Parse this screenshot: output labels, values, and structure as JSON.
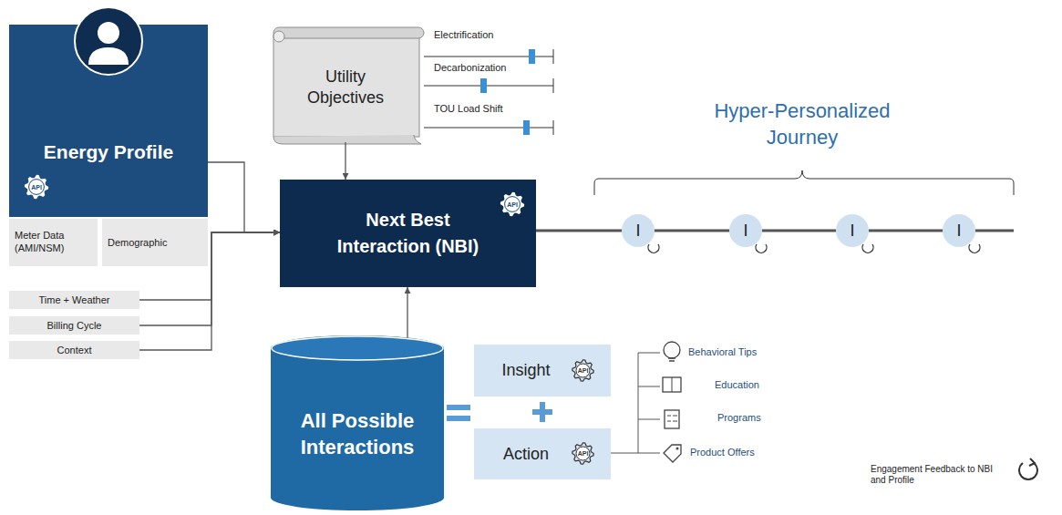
{
  "diagram": {
    "nodes": [
      {
        "text": [
          "Energy Profile",
          "API"
        ]
      },
      {
        "text": [
          "Meter Data (AMI/NSM)"
        ],
        "in": 0
      },
      {
        "text": [
          "Demographic"
        ],
        "in": 0
      },
      {
        "text": [
          "Time + Weather"
        ]
      },
      {
        "text": [
          "Billing Cycle"
        ]
      },
      {
        "text": [
          "Context"
        ]
      },
      {
        "text": [
          "Utility Objectives"
        ]
      },
      {
        "text": [
          "Next Best Interaction (NBI)",
          "API"
        ]
      },
      {
        "text": [
          "I"
        ]
      },
      {
        "text": [
          "I"
        ]
      },
      {
        "text": [
          "I"
        ]
      },
      {
        "text": [
          "I"
        ]
      },
      {
        "text": [
          "All Possible Interactions"
        ]
      },
      {
        "text": [
          "Insight",
          "API"
        ]
      },
      {
        "text": [
          "Action",
          "API"
        ]
      }
    ],
    "edges": [
      {
        "from": 0,
        "to": 7,
        "arrow": "to"
      },
      {
        "from": 3,
        "to": 7,
        "arrow": "to"
      },
      {
        "from": 4,
        "to": 7,
        "arrow": "to"
      },
      {
        "from": 5,
        "to": 7,
        "arrow": "to"
      },
      {
        "from": 6,
        "to": 7,
        "arrow": "to"
      },
      {
        "from": 12,
        "to": 7,
        "arrow": "to"
      },
      {
        "from": 7,
        "to": 8,
        "arrow": "none"
      },
      {
        "from": 8,
        "to": 9,
        "arrow": "none"
      },
      {
        "from": 9,
        "to": 10,
        "arrow": "none"
      },
      {
        "from": 10,
        "to": 11,
        "arrow": "none"
      }
    ],
    "labels": [
      "Electrification",
      "Decarbonization",
      "TOU Load Shift",
      "Hyper-Personalized Journey",
      "Behavioral Tips",
      "Education",
      "Programs",
      "Product Offers",
      "Engagement Feedback to NBI and Profile"
    ]
  }
}
